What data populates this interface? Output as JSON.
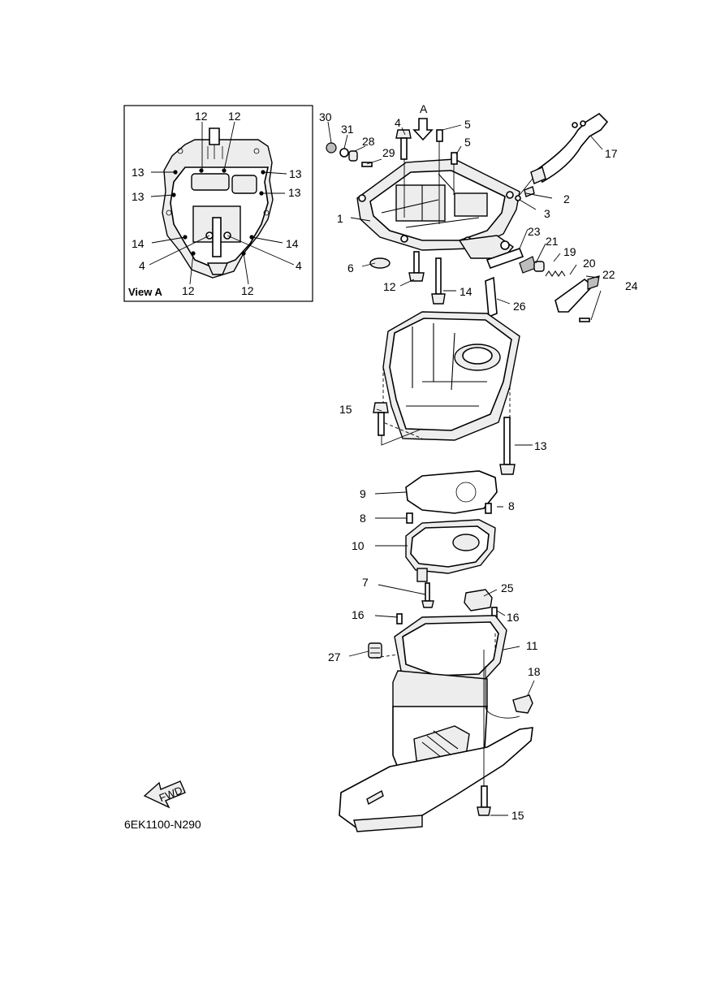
{
  "diagram": {
    "drawing_code": "6EK1100-N290",
    "view_label": "View A",
    "view_arrow_label": "A",
    "fwd_label": "FWD",
    "view_a_callouts": [
      "12",
      "12",
      "13",
      "13",
      "13",
      "13",
      "14",
      "14",
      "4",
      "4",
      "12",
      "12"
    ],
    "part_callouts": {
      "p1": "1",
      "p2": "2",
      "p3": "3",
      "p4": "4",
      "p5a": "5",
      "p5b": "5",
      "p6": "6",
      "p7": "7",
      "p8a": "8",
      "p8b": "8",
      "p9": "9",
      "p10": "10",
      "p11": "11",
      "p12": "12",
      "p13": "13",
      "p14": "14",
      "p15a": "15",
      "p15b": "15",
      "p16a": "16",
      "p16b": "16",
      "p17": "17",
      "p18": "18",
      "p19": "19",
      "p20": "20",
      "p21": "21",
      "p22": "22",
      "p23": "23",
      "p24": "24",
      "p25": "25",
      "p26": "26",
      "p27": "27",
      "p28": "28",
      "p29": "29",
      "p30": "30",
      "p31": "31"
    }
  }
}
